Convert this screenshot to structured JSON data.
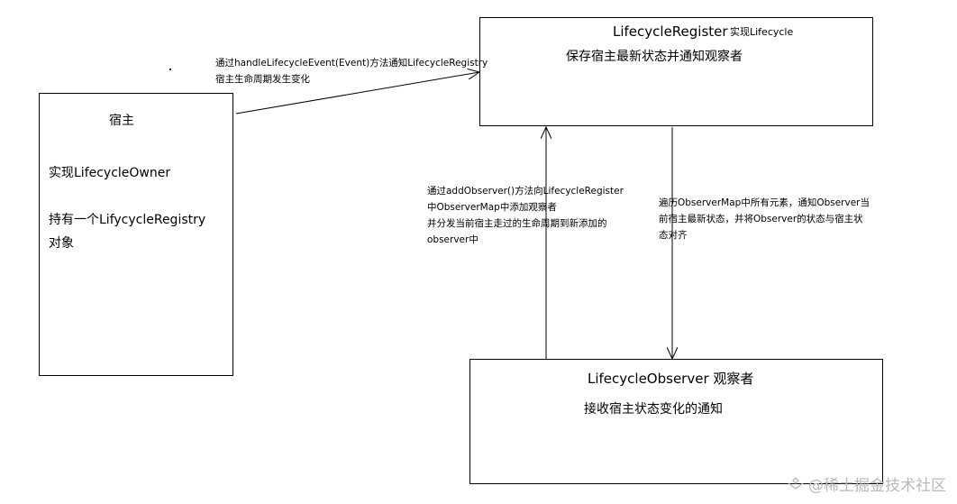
{
  "host_box": {
    "title": "宿主",
    "line1": "实现LifecycleOwner",
    "line2": "持有一个LifycycleRegistry",
    "line3": "对象"
  },
  "register_box": {
    "title": "LifecycleRegister",
    "title_note": "实现Lifecycle",
    "subtitle": "保存宿主最新状态并通知观察者"
  },
  "observer_box": {
    "title": "LifecycleObserver 观察者",
    "subtitle": "接收宿主状态变化的通知"
  },
  "notes": {
    "host_to_register": [
      "通过handleLifecycleEvent(Event)方法通知LifecycleRegistry",
      "宿主生命周期发生变化"
    ],
    "add_observer": [
      "通过addObserver()方法向LifecycleRegister",
      "中ObserverMap中添加观察者",
      "并分发当前宿主走过的生命周期到新添加的",
      "observer中"
    ],
    "traverse": [
      "遍历ObserverMap中所有元素，通知Observer当",
      "前宿主最新状态，并将Observer的状态与宿主状",
      "态对齐"
    ]
  },
  "watermark": {
    "icon": "juejin-logo-icon",
    "text": "@稀土掘金技术社区"
  }
}
